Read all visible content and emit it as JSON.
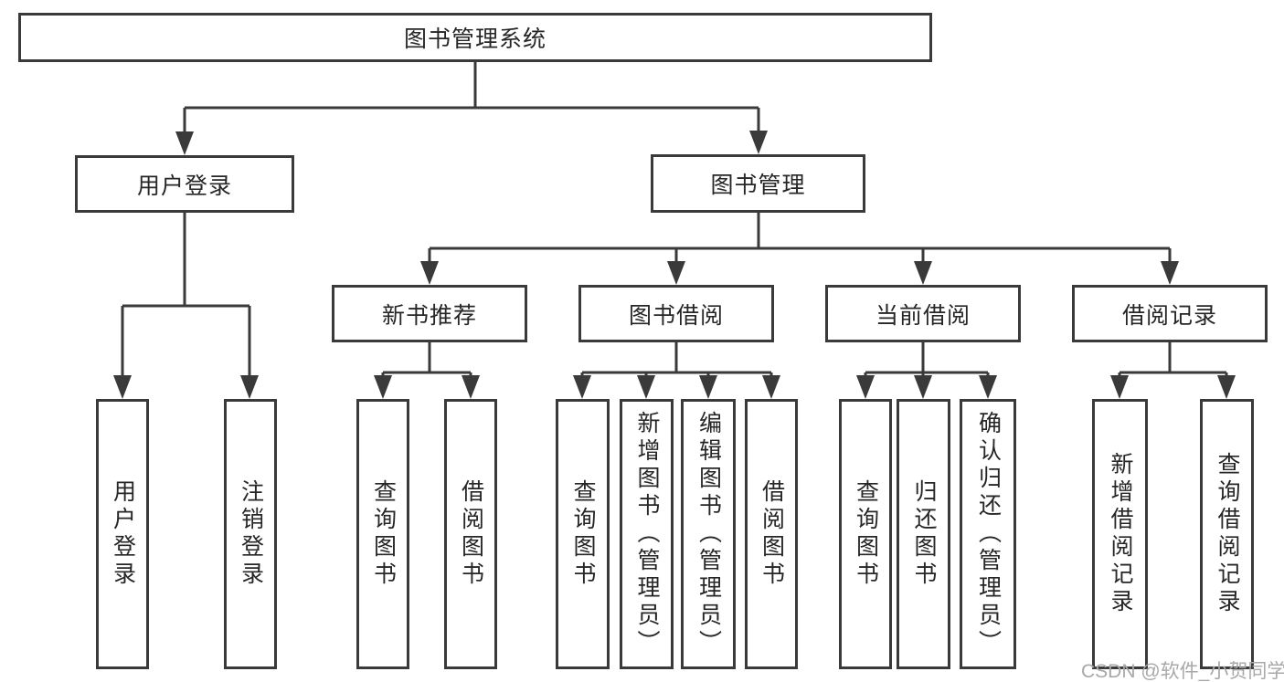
{
  "diagram": {
    "type": "hierarchy-tree",
    "watermark": "CSDN @软件_小贺同学",
    "colors": {
      "line": "#3a3a3a",
      "text": "#262626",
      "background": "#ffffff",
      "watermark": "#a8a8a8"
    },
    "root": {
      "label": "图书管理系统",
      "children": [
        {
          "label": "用户登录",
          "children": [
            {
              "label": "用户登录"
            },
            {
              "label": "注销登录"
            }
          ]
        },
        {
          "label": "图书管理",
          "children": [
            {
              "label": "新书推荐",
              "children": [
                {
                  "label": "查询图书"
                },
                {
                  "label": "借阅图书"
                }
              ]
            },
            {
              "label": "图书借阅",
              "children": [
                {
                  "label": "查询图书"
                },
                {
                  "label": "新增图书（管理员）"
                },
                {
                  "label": "编辑图书（管理员）"
                },
                {
                  "label": "借阅图书"
                }
              ]
            },
            {
              "label": "当前借阅",
              "children": [
                {
                  "label": "查询图书"
                },
                {
                  "label": "归还图书"
                },
                {
                  "label": "确认归还（管理员）"
                }
              ]
            },
            {
              "label": "借阅记录",
              "children": [
                {
                  "label": "新增借阅记录"
                },
                {
                  "label": "查询借阅记录"
                }
              ]
            }
          ]
        }
      ]
    }
  }
}
